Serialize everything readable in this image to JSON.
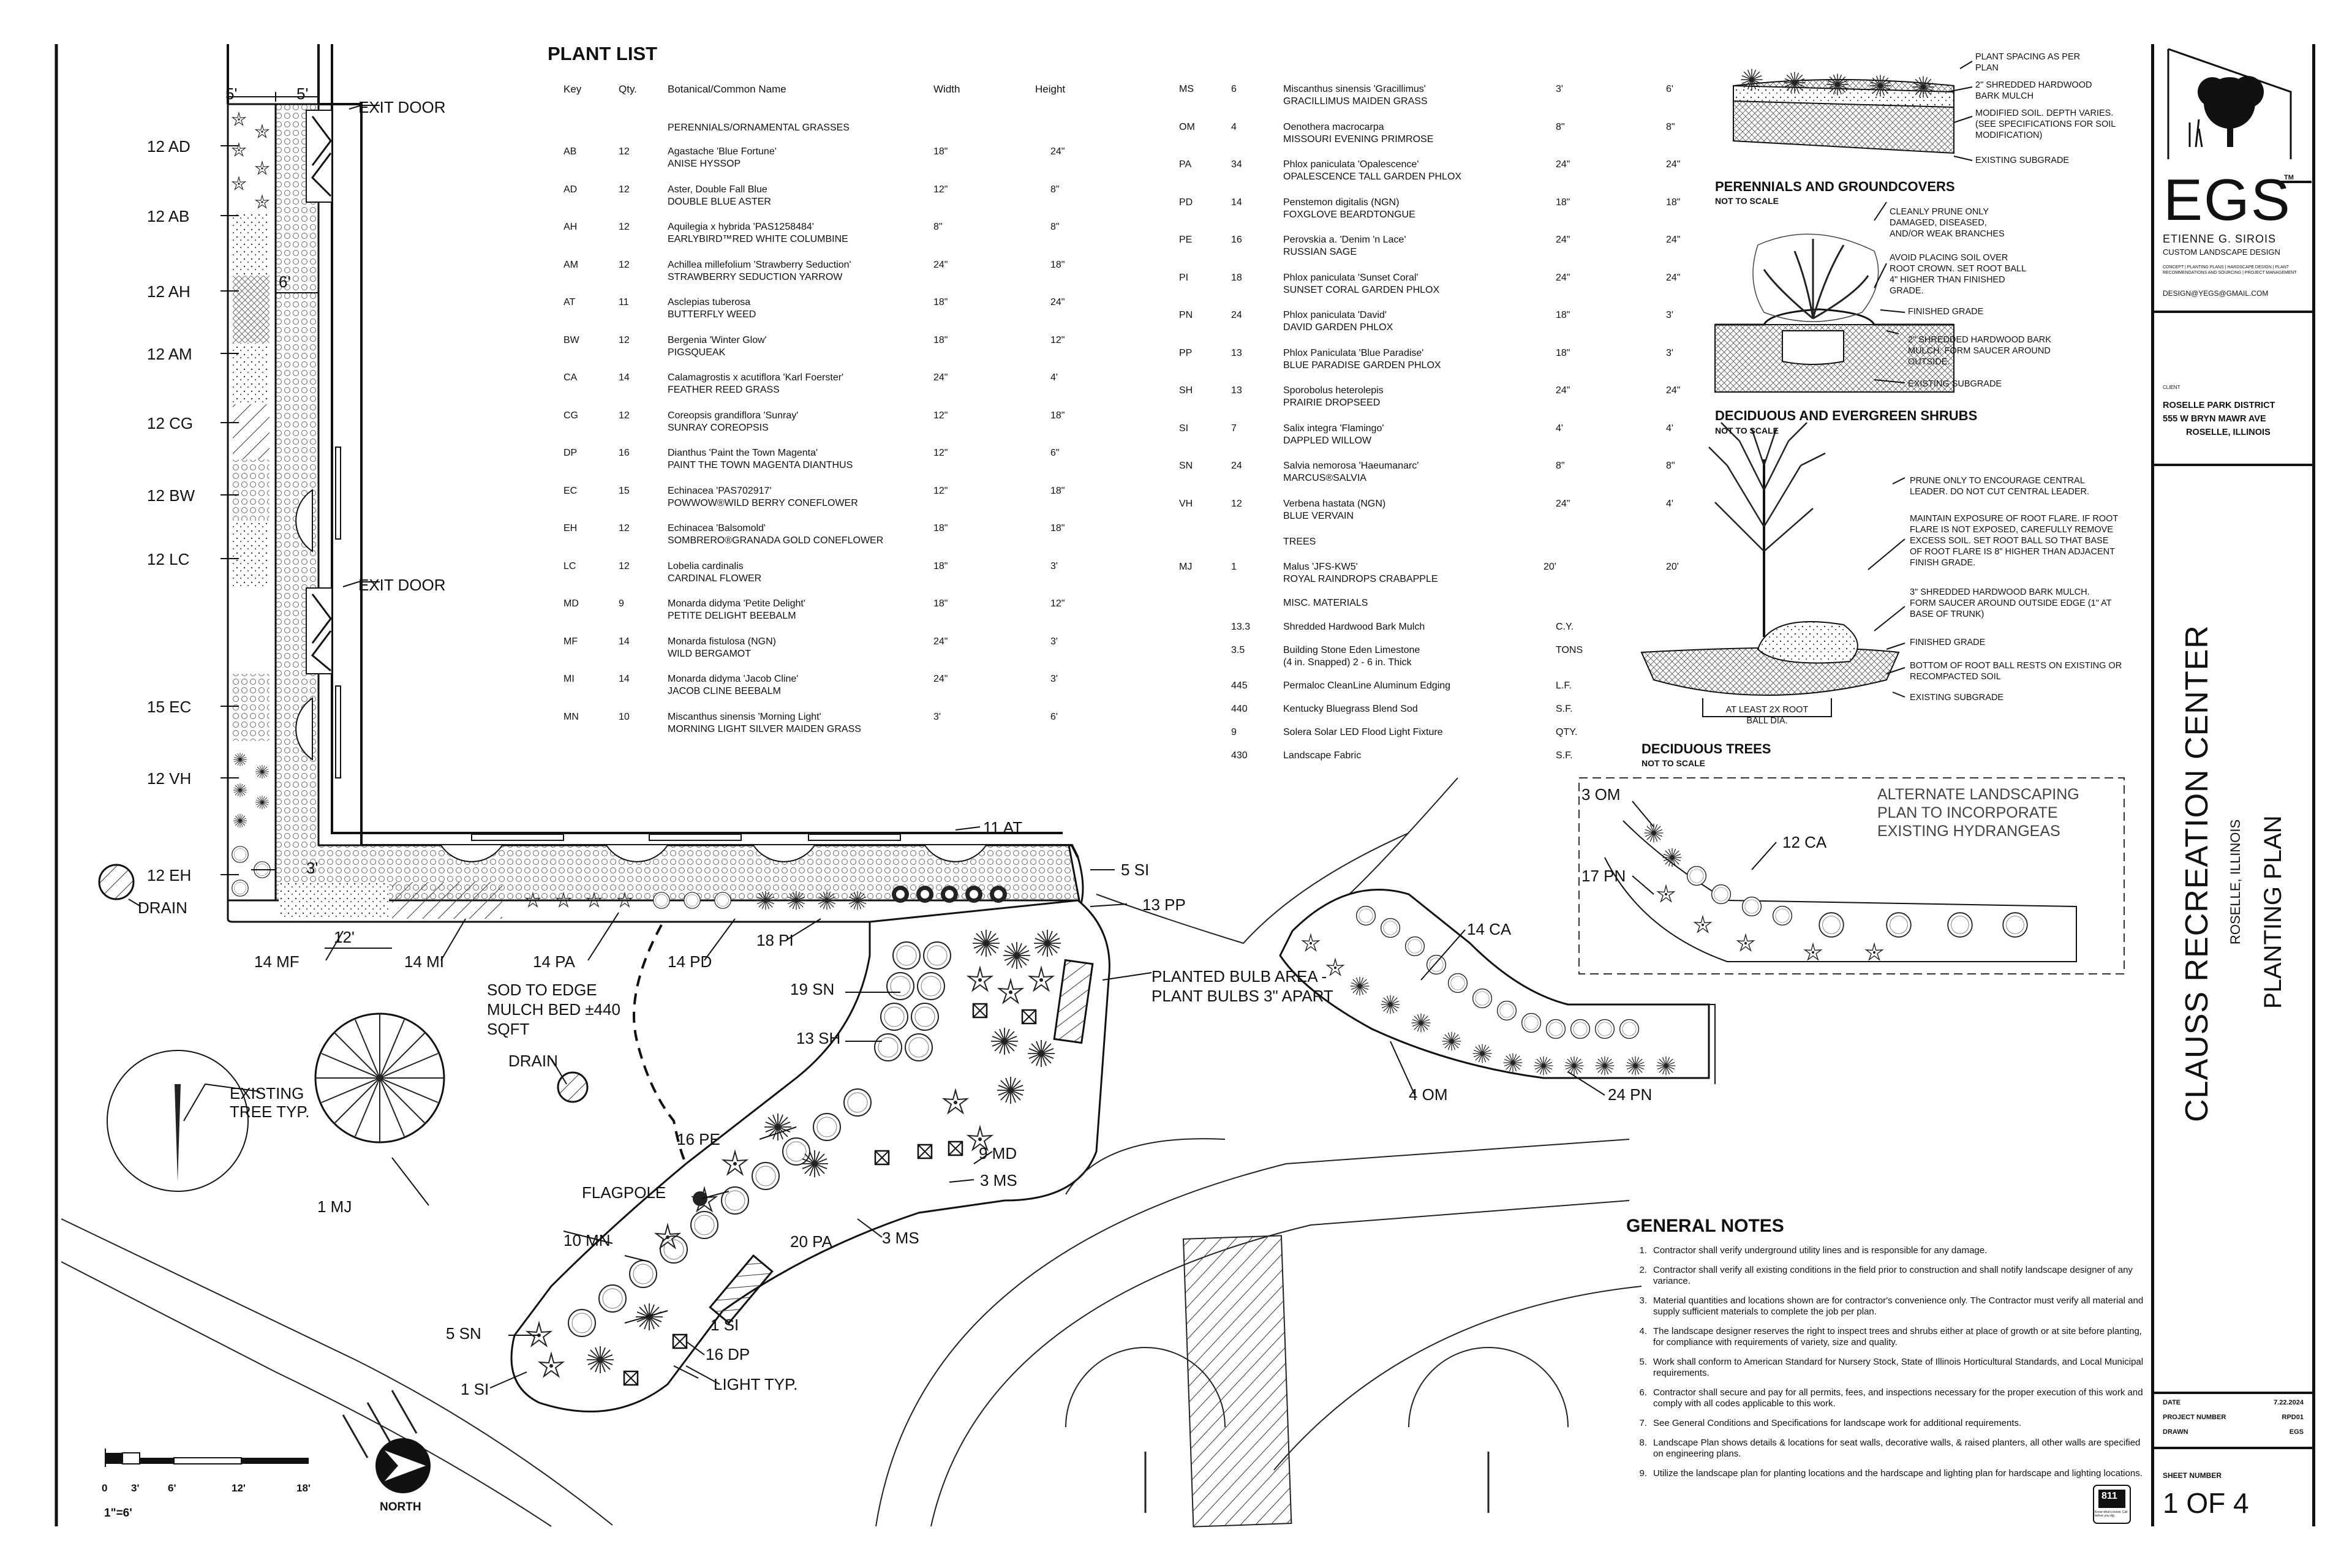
{
  "plant_list": {
    "title": "PLANT LIST",
    "headers": {
      "key": "Key",
      "qty": "Qty.",
      "name": "Botanical/Common Name",
      "width": "Width",
      "height": "Height"
    },
    "sections": {
      "perennials": "PERENNIALS/ORNAMENTAL GRASSES",
      "trees": "TREES",
      "misc": "MISC. MATERIALS"
    },
    "left_rows": [
      {
        "key": "AB",
        "qty": "12",
        "botanical": "Agastache 'Blue Fortune'",
        "common": "ANISE HYSSOP",
        "width": "18\"",
        "height": "24\""
      },
      {
        "key": "AD",
        "qty": "12",
        "botanical": "Aster, Double Fall Blue",
        "common": "DOUBLE BLUE ASTER",
        "width": "12\"",
        "height": "8\""
      },
      {
        "key": "AH",
        "qty": "12",
        "botanical": "Aquilegia x hybrida 'PAS1258484'",
        "common": "EARLYBIRD™RED WHITE COLUMBINE",
        "width": "8\"",
        "height": "8\""
      },
      {
        "key": "AM",
        "qty": "12",
        "botanical": "Achillea millefolium 'Strawberry Seduction'",
        "common": "STRAWBERRY SEDUCTION YARROW",
        "width": "24\"",
        "height": "18\""
      },
      {
        "key": "AT",
        "qty": "11",
        "botanical": "Asclepias tuberosa",
        "common": "BUTTERFLY WEED",
        "width": "18\"",
        "height": "24\""
      },
      {
        "key": "BW",
        "qty": "12",
        "botanical": "Bergenia 'Winter Glow'",
        "common": "PIGSQUEAK",
        "width": "18\"",
        "height": "12\""
      },
      {
        "key": "CA",
        "qty": "14",
        "botanical": "Calamagrostis x acutiflora 'Karl Foerster'",
        "common": "FEATHER REED GRASS",
        "width": "24\"",
        "height": "4'"
      },
      {
        "key": "CG",
        "qty": "12",
        "botanical": "Coreopsis grandiflora 'Sunray'",
        "common": "SUNRAY COREOPSIS",
        "width": "12\"",
        "height": "18\""
      },
      {
        "key": "DP",
        "qty": "16",
        "botanical": "Dianthus 'Paint the Town Magenta'",
        "common": "PAINT THE TOWN MAGENTA DIANTHUS",
        "width": "12\"",
        "height": "6\""
      },
      {
        "key": "EC",
        "qty": "15",
        "botanical": "Echinacea 'PAS702917'",
        "common": "POWWOW®WILD BERRY CONEFLOWER",
        "width": "12\"",
        "height": "18\""
      },
      {
        "key": "EH",
        "qty": "12",
        "botanical": "Echinacea 'Balsomold'",
        "common": "SOMBRERO®GRANADA GOLD CONEFLOWER",
        "width": "18\"",
        "height": "18\""
      },
      {
        "key": "LC",
        "qty": "12",
        "botanical": "Lobelia cardinalis",
        "common": "CARDINAL FLOWER",
        "width": "18\"",
        "height": "3'"
      },
      {
        "key": "MD",
        "qty": "9",
        "botanical": "Monarda didyma 'Petite Delight'",
        "common": "PETITE DELIGHT BEEBALM",
        "width": "18\"",
        "height": "12\""
      },
      {
        "key": "MF",
        "qty": "14",
        "botanical": "Monarda fistulosa (NGN)",
        "common": "WILD BERGAMOT",
        "width": "24\"",
        "height": "3'"
      },
      {
        "key": "MI",
        "qty": "14",
        "botanical": "Monarda didyma 'Jacob Cline'",
        "common": "JACOB CLINE BEEBALM",
        "width": "24\"",
        "height": "3'"
      },
      {
        "key": "MN",
        "qty": "10",
        "botanical": "Miscanthus sinensis 'Morning Light'",
        "common": "MORNING LIGHT SILVER MAIDEN GRASS",
        "width": "3'",
        "height": "6'"
      }
    ],
    "right_rows": [
      {
        "key": "MS",
        "qty": "6",
        "botanical": "Miscanthus sinensis 'Gracillimus'",
        "common": "GRACILLIMUS MAIDEN GRASS",
        "width": "3'",
        "height": "6'"
      },
      {
        "key": "OM",
        "qty": "4",
        "botanical": "Oenothera macrocarpa",
        "common": "MISSOURI EVENING PRIMROSE",
        "width": "8\"",
        "height": "8\""
      },
      {
        "key": "PA",
        "qty": "34",
        "botanical": "Phlox paniculata 'Opalescence'",
        "common": "OPALESCENCE TALL GARDEN PHLOX",
        "width": "24\"",
        "height": "24\""
      },
      {
        "key": "PD",
        "qty": "14",
        "botanical": "Penstemon digitalis (NGN)",
        "common": "FOXGLOVE BEARDTONGUE",
        "width": "18\"",
        "height": "18\""
      },
      {
        "key": "PE",
        "qty": "16",
        "botanical": "Perovskia a. 'Denim 'n Lace'",
        "common": "RUSSIAN SAGE",
        "width": "24\"",
        "height": "24\""
      },
      {
        "key": "PI",
        "qty": "18",
        "botanical": "Phlox paniculata 'Sunset Coral'",
        "common": "SUNSET CORAL GARDEN PHLOX",
        "width": "24\"",
        "height": "24\""
      },
      {
        "key": "PN",
        "qty": "24",
        "botanical": "Phlox paniculata 'David'",
        "common": "DAVID GARDEN PHLOX",
        "width": "18\"",
        "height": "3'"
      },
      {
        "key": "PP",
        "qty": "13",
        "botanical": "Phlox Paniculata 'Blue Paradise'",
        "common": "BLUE PARADISE GARDEN PHLOX",
        "width": "18\"",
        "height": "3'"
      },
      {
        "key": "SH",
        "qty": "13",
        "botanical": "Sporobolus heterolepis",
        "common": "PRAIRIE DROPSEED",
        "width": "24\"",
        "height": "24\""
      },
      {
        "key": "SI",
        "qty": "7",
        "botanical": "Salix integra 'Flamingo'",
        "common": "DAPPLED WILLOW",
        "width": "4'",
        "height": "4'"
      },
      {
        "key": "SN",
        "qty": "24",
        "botanical": "Salvia nemorosa 'Haeumanarc'",
        "common": "MARCUS®SALVIA",
        "width": "8\"",
        "height": "8\""
      },
      {
        "key": "VH",
        "qty": "12",
        "botanical": "Verbena hastata (NGN)",
        "common": "BLUE VERVAIN",
        "width": "24\"",
        "height": "4'"
      }
    ],
    "tree_row": {
      "key": "MJ",
      "qty": "1",
      "botanical": "Malus 'JFS-KW5'",
      "common": "ROYAL RAINDROPS CRABAPPLE",
      "width": "20'",
      "height": "20'"
    },
    "misc_rows": [
      {
        "qty": "13.3",
        "name": "Shredded Hardwood Bark Mulch",
        "name2": "",
        "unit": "C.Y."
      },
      {
        "qty": "3.5",
        "name": "Building Stone Eden Limestone",
        "name2": "(4 in. Snapped) 2 - 6 in. Thick",
        "unit": "TONS"
      },
      {
        "qty": "445",
        "name": "Permaloc CleanLine Aluminum Edging",
        "name2": "",
        "unit": "L.F."
      },
      {
        "qty": "440",
        "name": "Kentucky Bluegrass Blend Sod",
        "name2": "",
        "unit": "S.F."
      },
      {
        "qty": "9",
        "name": "Solera Solar LED Flood Light Fixture",
        "name2": "",
        "unit": "QTY."
      },
      {
        "qty": "430",
        "name": "Landscape Fabric",
        "name2": "",
        "unit": "S.F."
      }
    ]
  },
  "details": {
    "perennials": {
      "title": "PERENNIALS AND GROUNDCOVERS",
      "sub": "NOT TO SCALE",
      "c1": "PLANT SPACING AS PER PLAN",
      "c2": "2\" SHREDDED HARDWOOD BARK MULCH",
      "c3": "MODIFIED SOIL. DEPTH VARIES. (SEE SPECIFICATIONS FOR SOIL MODIFICATION)",
      "c4": "EXISTING SUBGRADE"
    },
    "shrubs": {
      "title": "DECIDUOUS AND EVERGREEN SHRUBS",
      "sub": "NOT TO SCALE",
      "c1": "CLEANLY PRUNE ONLY DAMAGED, DISEASED, AND/OR WEAK BRANCHES",
      "c2": "AVOID PLACING SOIL OVER ROOT CROWN. SET ROOT BALL 4\" HIGHER THAN FINISHED GRADE.",
      "c3": "FINISHED GRADE",
      "c4": "2\" SHREDDED HARDWOOD BARK MULCH. FORM SAUCER AROUND OUTSIDE.",
      "c5": "EXISTING SUBGRADE"
    },
    "trees": {
      "title": "DECIDUOUS TREES",
      "sub": "NOT TO SCALE",
      "c1": "PRUNE ONLY TO ENCOURAGE CENTRAL LEADER. DO NOT CUT CENTRAL LEADER.",
      "c2": "MAINTAIN EXPOSURE OF ROOT FLARE. IF ROOT FLARE IS NOT EXPOSED, CAREFULLY REMOVE EXCESS SOIL. SET ROOT BALL SO THAT BASE OF ROOT FLARE IS 8\" HIGHER THAN ADJACENT FINISH GRADE.",
      "c3": "3\" SHREDDED HARDWOOD BARK MULCH. FORM SAUCER AROUND OUTSIDE EDGE (1\" AT BASE OF TRUNK)",
      "c4": "FINISHED GRADE",
      "c5": "BOTTOM OF ROOT BALL RESTS ON EXISTING OR RECOMPACTED SOIL",
      "c6": "EXISTING SUBGRADE",
      "dim": "AT LEAST 2X ROOT BALL DIA."
    }
  },
  "plan_labels": {
    "door1": "EXIT DOOR",
    "door2": "EXIT DOOR",
    "dim5a": "5'",
    "dim5b": "5'",
    "dim6": "6'",
    "dim3": "3'",
    "dim12": "12'",
    "ad": "12 AD",
    "ab": "12 AB",
    "ah": "12 AH",
    "am": "12 AM",
    "cg": "12 CG",
    "bw": "12 BW",
    "lc": "12 LC",
    "ec": "15 EC",
    "vh": "12 VH",
    "eh": "12 EH",
    "drain1": "DRAIN",
    "drain2": "DRAIN",
    "mf": "14 MF",
    "mi": "14 MI",
    "pa14": "14 PA",
    "pd": "14 PD",
    "pi": "18 PI",
    "at": "11 AT",
    "si5": "5 SI",
    "pp": "13 PP",
    "sod": "SOD TO EDGE MULCH BED ±440 SQFT",
    "sn19": "19 SN",
    "sh": "13 SH",
    "bulb": "PLANTED BULB AREA - PLANT BULBS 3\" APART",
    "existing": "EXISTING TREE TYP.",
    "mj": "1 MJ",
    "pe": "16 PE",
    "md": "9 MD",
    "ms3a": "3 MS",
    "flagpole": "FLAGPOLE",
    "mn": "10 MN",
    "pa20": "20 PA",
    "ms3b": "3 MS",
    "sn5": "5 SN",
    "si1a": "1 SI",
    "dp": "16 DP",
    "si1b": "1 SI",
    "light": "LIGHT TYP.",
    "ca14": "14 CA",
    "om4": "4 OM",
    "pn24": "24 PN",
    "om3": "3 OM",
    "ca12": "12 CA",
    "pn17": "17 PN",
    "alt": "ALTERNATE LANDSCAPING PLAN TO INCORPORATE EXISTING HYDRANGEAS"
  },
  "scale": {
    "t0": "0",
    "t3": "3'",
    "t6": "6'",
    "t12": "12'",
    "t18": "18'",
    "ratio": "1\"=6'",
    "north": "NORTH"
  },
  "general_notes": {
    "title": "GENERAL NOTES",
    "items": [
      "Contractor shall verify underground utility lines and is responsible for any damage.",
      "Contractor shall verify all existing conditions in the field prior to construction and shall notify landscape designer of any variance.",
      "Material quantities and locations shown are for contractor's convenience only. The Contractor must verify all material and supply sufficient materials to complete the job per plan.",
      "The landscape designer reserves the right to inspect trees and shrubs either at place of growth or at site before planting, for compliance with requirements of variety, size and quality.",
      "Work shall conform to American Standard for Nursery Stock, State of Illinois Horticultural Standards, and Local Municipal requirements.",
      "Contractor shall secure and pay for all permits, fees, and inspections necessary for the proper execution of this work and comply with all codes applicable to this work.",
      "See General Conditions and Specifications for landscape work for additional requirements.",
      "Landscape Plan shows details & locations for seat walls, decorative walls, & raised planters, all other walls are specified on engineering plans.",
      "Utilize the landscape plan for planting locations and the hardscape and lighting plan for hardscape and lighting locations."
    ]
  },
  "title_block": {
    "logo": "EGS",
    "tm": "TM",
    "designer": "ETIENNE G. SIROIS",
    "designer_sub": "CUSTOM LANDSCAPE DESIGN",
    "services": "CONCEPT | PLANTING PLANS | HARDSCAPE DESIGN | PLANT RECOMMENDATIONS AND SOURCING | PROJECT MANAGEMENT",
    "email": "DESIGN@YEGS@GMAIL.COM",
    "client_label": "CLIENT",
    "client1": "ROSELLE PARK DISTRICT",
    "client2": "555 W BRYN MAWR AVE",
    "client3": "ROSELLE, ILLINOIS",
    "project": "CLAUSS RECREATION CENTER",
    "location": "ROSELLE, ILLINOIS",
    "sheet_title": "PLANTING PLAN",
    "date_label": "DATE",
    "date": "7.22.2024",
    "projnum_label": "PROJECT NUMBER",
    "projnum": "RPD01",
    "drawn_label": "DRAWN",
    "drawn": "EGS",
    "sheet_label": "SHEET NUMBER",
    "sheet": "1 OF 4",
    "call811": "811",
    "call811_sub": "Know what's below. Call before you dig."
  },
  "colors": {
    "ink": "#111111",
    "paper": "#ffffff"
  }
}
